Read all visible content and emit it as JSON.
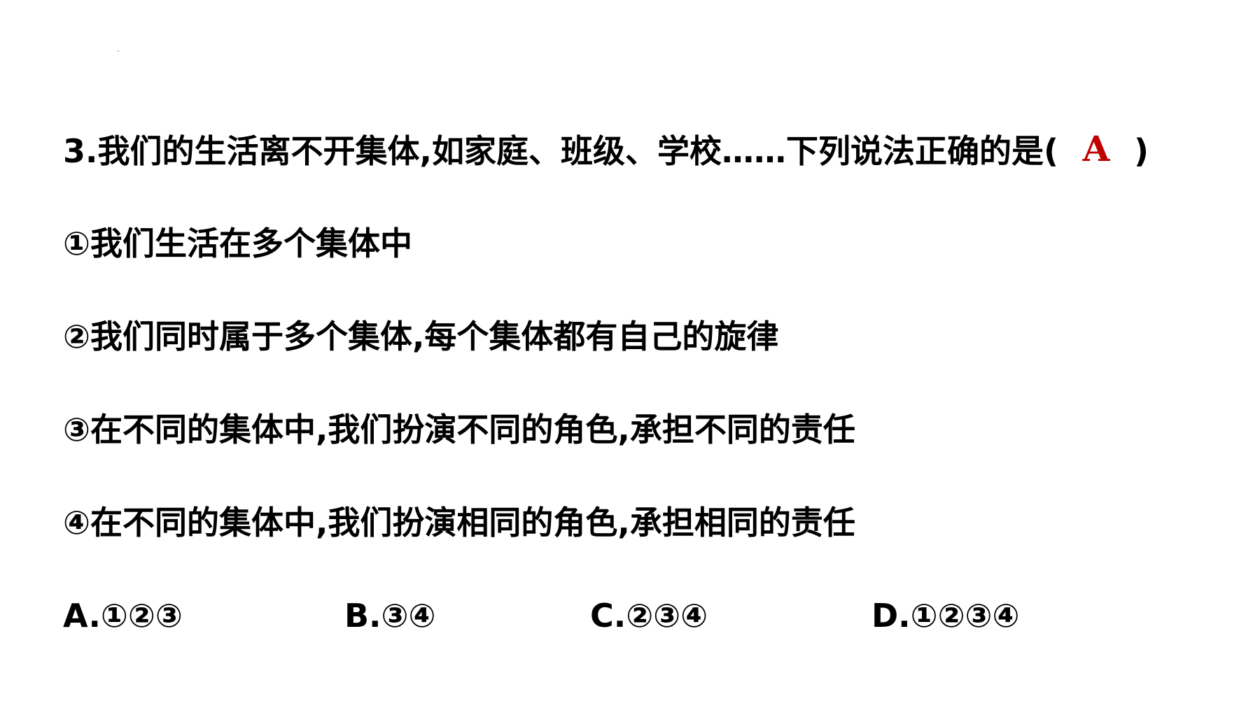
{
  "question": {
    "stem_before": "3.我们的生活离不开集体,如家庭、班级、学校……下列说法正确的是(",
    "answer": "A",
    "stem_after": ")",
    "answer_color": "#c00000"
  },
  "statements": [
    "①我们生活在多个集体中",
    "②我们同时属于多个集体,每个集体都有自己的旋律",
    "③在不同的集体中,我们扮演不同的角色,承担不同的责任",
    "④在不同的集体中,我们扮演相同的角色,承担相同的责任"
  ],
  "choices": [
    "A.①②③",
    "B.③④",
    "C.②③④",
    "D.①②③④"
  ]
}
